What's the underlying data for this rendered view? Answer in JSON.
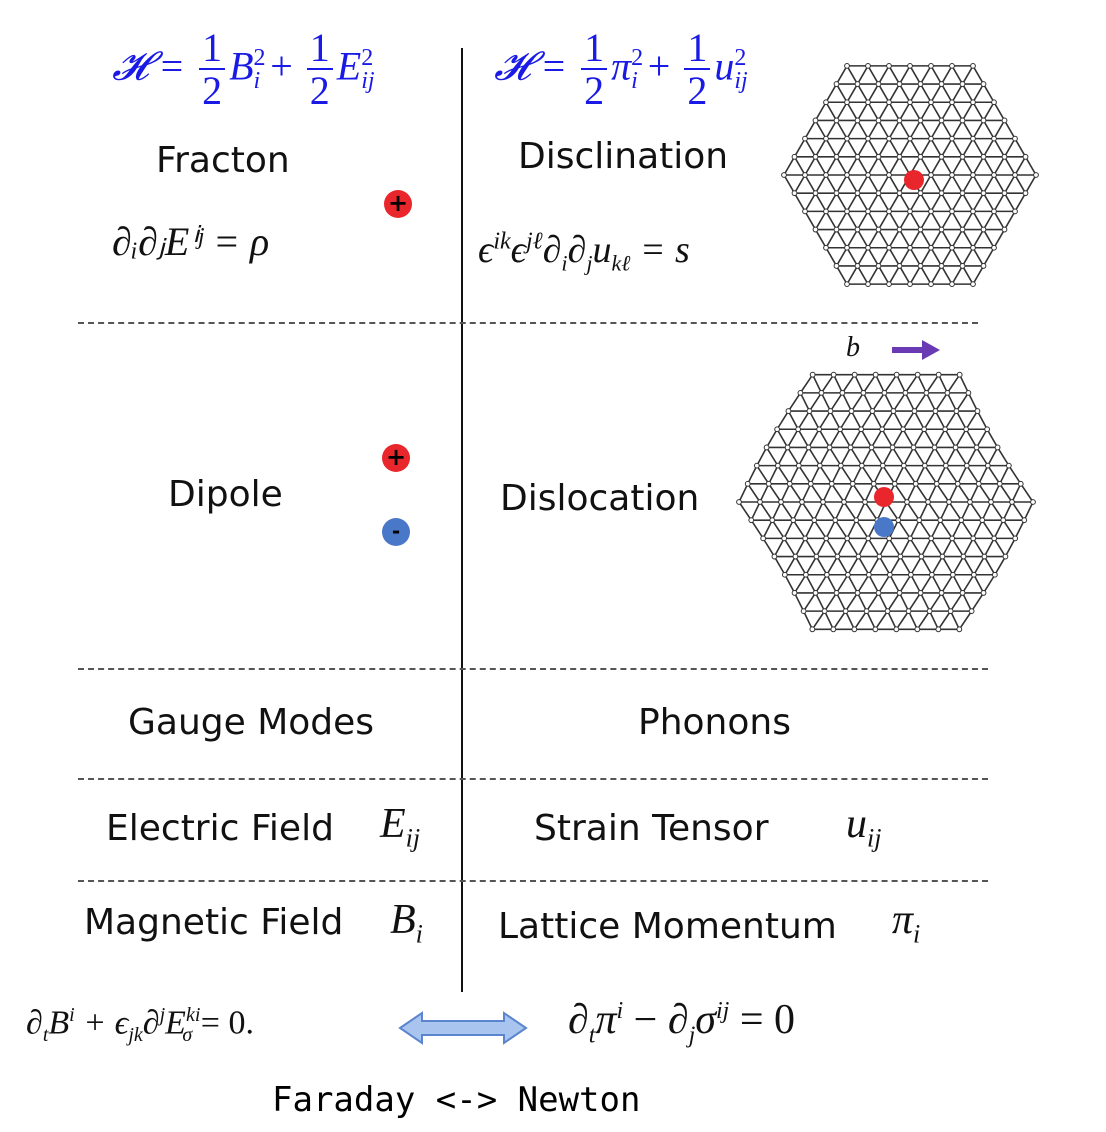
{
  "colors": {
    "formula_blue": "#1a1ae6",
    "positive_charge": "#e8262b",
    "negative_charge": "#4a78c8",
    "burgers_arrow": "#6a3ab5",
    "duality_arrow": "#7ea4e0"
  },
  "hamiltonians": {
    "left": {
      "lhs": "𝓗 = ",
      "term1_sym": "B",
      "term1_sub": "i",
      "term1_sup": "2",
      "plus": " + ",
      "term2_sym": "E",
      "term2_sub": "ij",
      "term2_sup": "2",
      "frac_num": "1",
      "frac_den": "2"
    },
    "right": {
      "lhs": "𝓗 = ",
      "term1_sym": "π",
      "term1_sub": "i",
      "term1_sup": "2",
      "plus": " + ",
      "term2_sym": "u",
      "term2_sub": "ij",
      "term2_sup": "2",
      "frac_num": "1",
      "frac_den": "2"
    }
  },
  "rows": {
    "fracton": {
      "label": "Fracton",
      "eq": "∂ᵢ∂ⱼEⁱʲ = ρ",
      "charge": "+"
    },
    "disclination": {
      "label": "Disclination",
      "eq": "ϵⁱᵏϵʲˡ∂ᵢ∂ⱼu_kℓ = s",
      "eq_main": "ϵ",
      "eq_a": "ik",
      "eq_b": "jℓ",
      "eq_tail": "∂",
      "eq_i": "i",
      "eq_j": "j",
      "eq_u": "u",
      "eq_kl": "kℓ",
      "eq_rhs": " = s"
    },
    "dipole": {
      "label": "Dipole",
      "charge_pos": "+",
      "charge_neg": "-"
    },
    "dislocation": {
      "label": "Dislocation",
      "burgers": "b⃗"
    },
    "gauge_modes": {
      "label": "Gauge Modes"
    },
    "phonons": {
      "label": "Phonons"
    },
    "electric_field": {
      "label": "Electric Field",
      "symbol": "E",
      "sub": "ij"
    },
    "strain_tensor": {
      "label": "Strain Tensor",
      "symbol": "u",
      "sub": "ij"
    },
    "magnetic_field": {
      "label": "Magnetic Field",
      "symbol": "B",
      "sub": "i"
    },
    "lattice_momentum": {
      "label": "Lattice Momentum",
      "symbol": "π",
      "sub": "i"
    }
  },
  "equations": {
    "faraday": "∂ₜBⁱ + ϵⱼₖ∂ʲEσᵏⁱ = 0.",
    "faraday_parts": {
      "d": "∂",
      "t": "t",
      "B": "B",
      "i": "i",
      "plus": " + ϵ",
      "jk": "jk",
      "d2": "∂",
      "j": "j",
      "E": "E",
      "ki": "ki",
      "sigma": "σ",
      "rhs": " = 0."
    },
    "newton": "∂ₜπⁱ − ∂ⱼσⁱʲ = 0",
    "newton_parts": {
      "d": "∂",
      "t": "t",
      "pi": "π",
      "i": "i",
      "minus": " − ∂",
      "j": "j",
      "sigma": "σ",
      "ij": "ij",
      "rhs": " = 0"
    }
  },
  "footer": "Faraday <-> Newton",
  "icons": [
    "positive-charge-icon",
    "negative-charge-icon",
    "burgers-vector-arrow-icon",
    "double-headed-arrow-icon",
    "triangular-lattice-disclination-image",
    "triangular-lattice-dislocation-image"
  ]
}
